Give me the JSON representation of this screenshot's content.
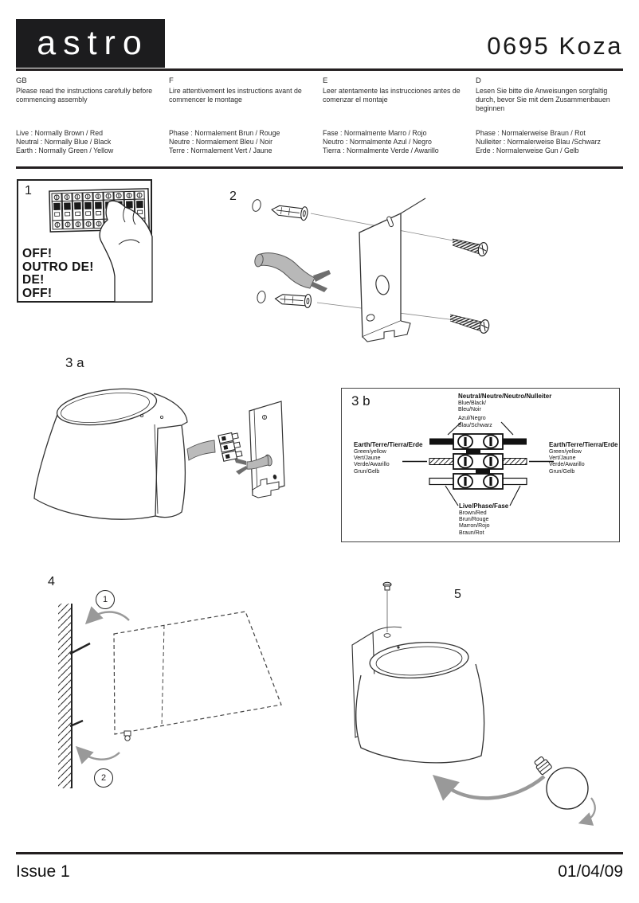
{
  "header": {
    "logo": "astro",
    "product_code": "0695 Koza"
  },
  "languages": [
    {
      "code": "GB",
      "intro": "Please read the instructions carefully before commencing assembly",
      "wires": [
        "Live : Normally Brown / Red",
        "Neutral : Normally Blue / Black",
        "Earth : Normally Green / Yellow"
      ]
    },
    {
      "code": "F",
      "intro": "Lire attentivement les instructions avant de commencer le montage",
      "wires": [
        "Phase : Normalement Brun / Rouge",
        "Neutre : Normalement Bleu / Noir",
        "Terre : Normalement Vert / Jaune"
      ]
    },
    {
      "code": "E",
      "intro": "Leer atentamente las instrucciones antes de comenzar el montaje",
      "wires": [
        "Fase : Normalmente Marro / Rojo",
        "Neutro : Normalmente Azul / Negro",
        "Tierra : Normalmente Verde / Awarillo"
      ]
    },
    {
      "code": "D",
      "intro": "Lesen Sie bitte die Anweisungen sorgfaltig durch, bevor Sie mit dem Zusammenbauen beginnen",
      "wires": [
        "Phase : Normalerweise Braun / Rot",
        "Nulleiter : Normalerweise Blau /Schwarz",
        "Erde : Normalerweise Gun / Gelb"
      ]
    }
  ],
  "diagrams": {
    "d1": {
      "label": "1",
      "warning_lines": [
        "OFF!",
        "OUTRO DE!",
        "DE!",
        "OFF!"
      ]
    },
    "d2": {
      "label": "2"
    },
    "d3a": {
      "label": "3 a"
    },
    "d3b": {
      "label": "3 b",
      "neutral": {
        "title": "Neutral/Neutre/Neutro/Nulleiter",
        "lines": [
          "Blue/Black/",
          "Bleu/Noir",
          "Azul/Negro",
          "Blau/Schwarz"
        ]
      },
      "earth_left": {
        "title": "Earth/Terre/Tierra/Erde",
        "lines": [
          "Green/yellow",
          "Vert/Jaune",
          "Verde/Awarillo",
          "Grun/Gelb"
        ]
      },
      "earth_right": {
        "title": "Earth/Terre/Tierra/Erde",
        "lines": [
          "Green/yellow",
          "Vert/Jaune",
          "Verde/Awarillo",
          "Grun/Gelb"
        ]
      },
      "live": {
        "title": "Live/Phase/Fase",
        "lines": [
          "Brown/Red",
          "Brun/Rouge",
          "Marron/Rojo",
          "Braun/Rot"
        ]
      }
    },
    "d4": {
      "label": "4",
      "step1": "1",
      "step2": "2"
    },
    "d5": {
      "label": "5"
    }
  },
  "footer": {
    "issue": "Issue 1",
    "date": "01/04/09"
  },
  "colors": {
    "ink": "#231f20",
    "arrow_grey": "#999999",
    "cable_grey": "#b8b8b8"
  }
}
